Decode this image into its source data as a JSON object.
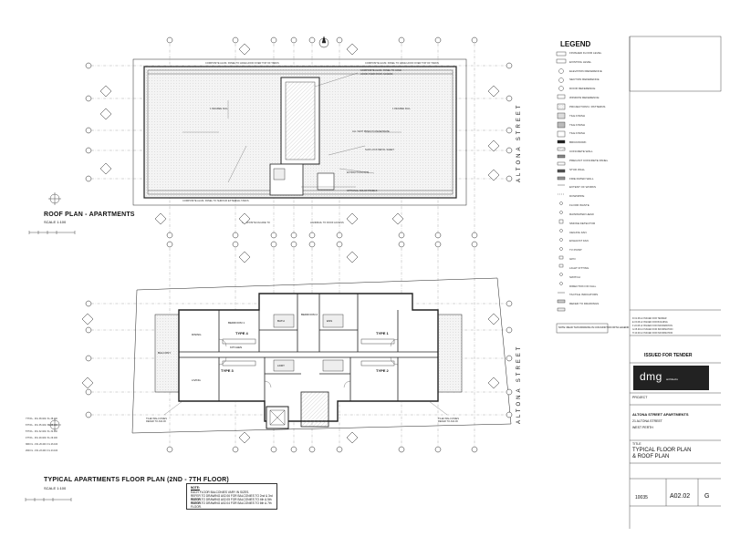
{
  "roof_plan": {
    "title": "ROOF PLAN - APARTMENTS",
    "scale": "SCALE 1:100"
  },
  "typical_plan": {
    "title": "TYPICAL APARTMENTS FLOOR PLAN (2ND - 7TH FLOOR)",
    "scale": "SCALE 1:100",
    "type_labels": [
      "TYPE 4",
      "TYPE 3",
      "TYPE 1",
      "TYPE 2"
    ],
    "room_labels": [
      "BEDROOM 1",
      "BEDROOM 2",
      "KITCHEN",
      "LIVING",
      "BALCONY",
      "DINING",
      "BATH",
      "ENS",
      "LDRY"
    ]
  },
  "notes": {
    "heading": "NOTE:",
    "lines": [
      "EACH FLOOR BALCONIES VARY IN SIZES.",
      "REFER TO DRAWING A02.06 FOR BALCONIES TO 2nd & 3rd FLOOR.",
      "REFER TO DRAWING A02.05 FOR BALCONIES TO 4th & 5th FLOOR.",
      "REFER TO DRAWING A02.04 FOR BALCONIES TO 6th & 7th FLOOR."
    ]
  },
  "street": "ALTONA STREET",
  "legend": {
    "title": "LEGEND",
    "items": [
      "FINISHED FLOOR LEVEL",
      "EXISTING LEVEL",
      "ELEVATION REFERENCE",
      "SECTION REFERENCE",
      "DOOR REFERENCE",
      "WINDOW REFERENCE",
      "PROJECTIONS / PATTERNS",
      "TILE FINISH",
      "TILE FINISH",
      "TILE FINISH",
      "BRICKWORK",
      "CONCRETE WALL",
      "PRECAST CONCRETE PANEL",
      "STUD WALL",
      "FIRE RATED WALL",
      "EXTENT OF WORKS",
      "DOWNPIPE",
      "FLOOR WASTE",
      "RAINWATER HEAD",
      "SMOKE DETECTOR",
      "CEILING FAN",
      "EXHAUST FAN",
      "TV POINT",
      "GPO",
      "LIGHT FITTING",
      "SWITCH",
      "DIRECTION OF FALL",
      "TACTILE INDICATORS",
      "REFER TO DRAWINGS"
    ],
    "note": "NOTE: READ THIS DRAWING IN CONJUNCTION WITH LEGEND"
  },
  "title_block": {
    "issued": "ISSUED FOR TENDER",
    "logo": "dmg",
    "logo_sub": "architects",
    "project_label": "PROJECT",
    "project_name": "ALTONA STREET APARTMENTS",
    "address_1": "21 ALTONA STREET",
    "address_2": "WEST PERTH",
    "title_label": "TITLE",
    "sheet_title_1": "TYPICAL FLOOR PLAN",
    "sheet_title_2": "& ROOF PLAN",
    "job_no": "10035",
    "drawing_no": "A02.02",
    "revision": "G"
  }
}
